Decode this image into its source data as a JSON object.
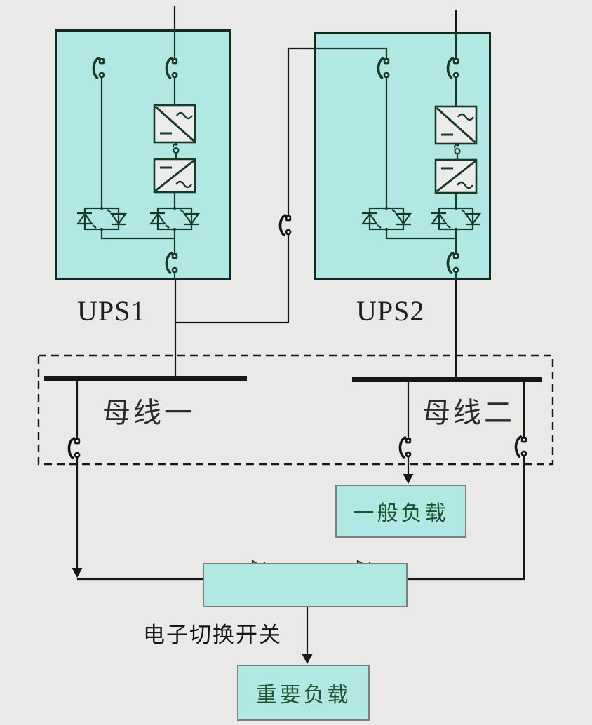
{
  "labels": {
    "ups1": "UPS1",
    "ups2": "UPS2",
    "bus1": "母线一",
    "bus2": "母线二",
    "general_load": "一般负载",
    "transfer_switch": "电子切换开关",
    "critical_load": "重要负载"
  },
  "colors": {
    "background": "#e9e9e7",
    "panel_fill": "#b2e8e3",
    "panel_border": "#13291f",
    "inner_wire": "#17392a",
    "outer_wire": "#161616",
    "load_border": "#7e7e7e",
    "load_text": "#1d5434",
    "converter_fill": "#ececec",
    "label_text": "#1f1f28"
  },
  "components": {
    "breaker_switch": "isolator-switch-icon",
    "thyristor_pair": "antiparallel-thyristor-icon",
    "rectifier": "rectifier-icon",
    "inverter": "inverter-icon",
    "battery_switch": "mini-switch-icon",
    "flow_arrow": "arrow-down-icon",
    "busbar": "busbar-bar",
    "bus_boundary": "dashed-boundary"
  }
}
